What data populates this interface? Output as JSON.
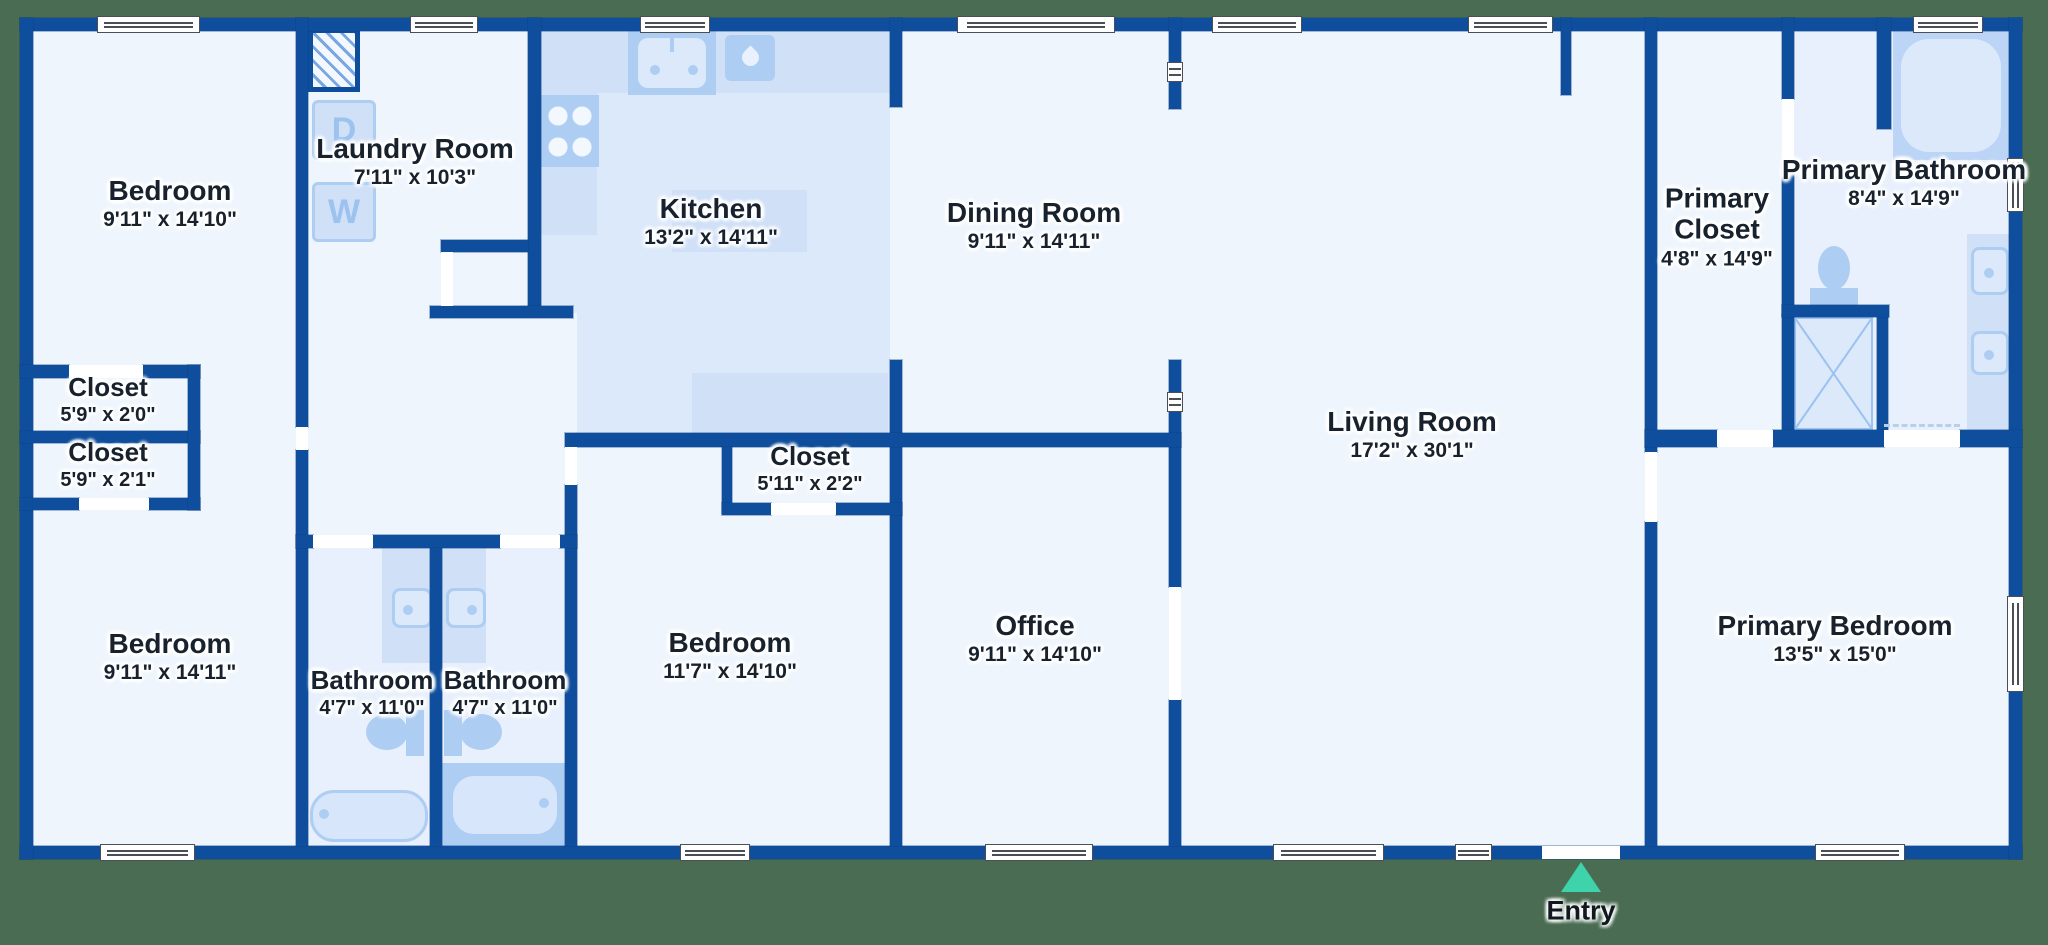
{
  "rooms": [
    {
      "id": "bedroom-top-left",
      "name": "Bedroom",
      "dims": "9'11\" x 14'10\""
    },
    {
      "id": "laundry-room",
      "name": "Laundry Room",
      "dims": "7'11\" x 10'3\""
    },
    {
      "id": "kitchen",
      "name": "Kitchen",
      "dims": "13'2\" x 14'11\""
    },
    {
      "id": "dining-room",
      "name": "Dining Room",
      "dims": "9'11\" x 14'11\""
    },
    {
      "id": "primary-closet",
      "name": "Primary Closet",
      "dims": "4'8\" x 14'9\""
    },
    {
      "id": "primary-bathroom",
      "name": "Primary Bathroom",
      "dims": "8'4\" x 14'9\""
    },
    {
      "id": "closet-upper-left",
      "name": "Closet",
      "dims": "5'9\" x 2'0\""
    },
    {
      "id": "closet-lower-left",
      "name": "Closet",
      "dims": "5'9\" x 2'1\""
    },
    {
      "id": "closet-middle",
      "name": "Closet",
      "dims": "5'11\" x 2'2\""
    },
    {
      "id": "living-room",
      "name": "Living Room",
      "dims": "17'2\" x 30'1\""
    },
    {
      "id": "bedroom-bottom-left",
      "name": "Bedroom",
      "dims": "9'11\" x 14'11\""
    },
    {
      "id": "bathroom-left",
      "name": "Bathroom",
      "dims": "4'7\" x 11'0\""
    },
    {
      "id": "bathroom-right",
      "name": "Bathroom",
      "dims": "4'7\" x 11'0\""
    },
    {
      "id": "bedroom-middle",
      "name": "Bedroom",
      "dims": "11'7\" x 14'10\""
    },
    {
      "id": "office",
      "name": "Office",
      "dims": "9'11\" x 14'10\""
    },
    {
      "id": "primary-bedroom",
      "name": "Primary Bedroom",
      "dims": "13'5\" x 15'0\""
    }
  ],
  "appliances": {
    "dryer_label": "D",
    "washer_label": "W"
  },
  "entry": {
    "label": "Entry"
  },
  "colors": {
    "background": "#4a6c52",
    "wall": "#0e4e9d",
    "floor": "#eef5fd",
    "floor_kitchen": "#dce9fa",
    "floor_bath": "#e7f0fc",
    "counter": "#cfe0f7",
    "fixture": "#aecdf2",
    "fixture_light": "#dce9fb",
    "entry_arrow": "#3fd3ab",
    "label_text": "#18222e"
  }
}
